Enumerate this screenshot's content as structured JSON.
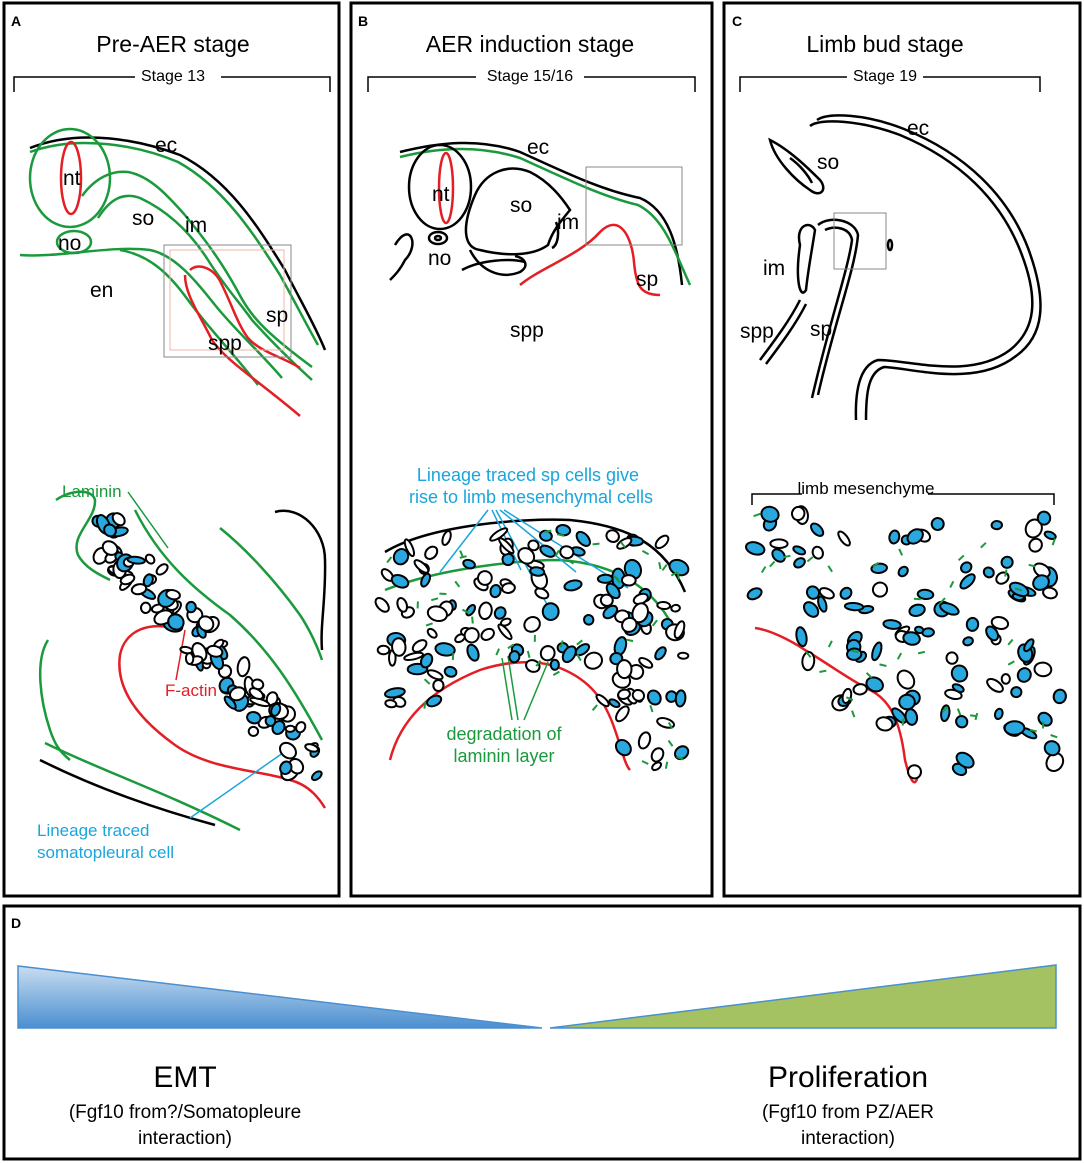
{
  "panels": {
    "A": {
      "letter": "A",
      "title": "Pre-AER stage",
      "stage": "Stage 13",
      "labels": {
        "nt": "nt",
        "ec": "ec",
        "so": "so",
        "im": "im",
        "no": "no",
        "en": "en",
        "sp": "sp",
        "spp": "spp"
      },
      "annotations": {
        "laminin": "Laminin",
        "factin": "F-actin",
        "lineage_line1": "Lineage traced",
        "lineage_line2": "somatopleural cell"
      }
    },
    "B": {
      "letter": "B",
      "title": "AER induction stage",
      "stage": "Stage 15/16",
      "labels": {
        "ec": "ec",
        "nt": "nt",
        "so": "so",
        "im": "im",
        "no": "no",
        "sp": "sp",
        "spp": "spp"
      },
      "annotations": {
        "lineage_line1": "Lineage traced sp cells give",
        "lineage_line2": "rise to limb mesenchymal cells",
        "degradation_line1": "degradation of",
        "degradation_line2": "laminin layer"
      }
    },
    "C": {
      "letter": "C",
      "title": "Limb bud stage",
      "stage": "Stage 19",
      "labels": {
        "ec": "ec",
        "so": "so",
        "im": "im",
        "spp": "spp",
        "sp": "sp"
      },
      "annotations": {
        "limb_mesenchyme": "limb mesenchyme"
      }
    },
    "D": {
      "letter": "D",
      "left_label": "EMT",
      "left_sub_line1": "(Fgf10 from?/Somatopleure",
      "left_sub_line2": "interaction)",
      "right_label": "Proliferation",
      "right_sub_line1": "(Fgf10 from PZ/AER",
      "right_sub_line2": "interaction)"
    }
  },
  "colors": {
    "green": "#1a9a3c",
    "red": "#e31e24",
    "cyan": "#1aa5dc",
    "cell_blue": "#29a8e0",
    "emt_blue": "#4a8fd0",
    "prolif_green": "#a5c262"
  }
}
